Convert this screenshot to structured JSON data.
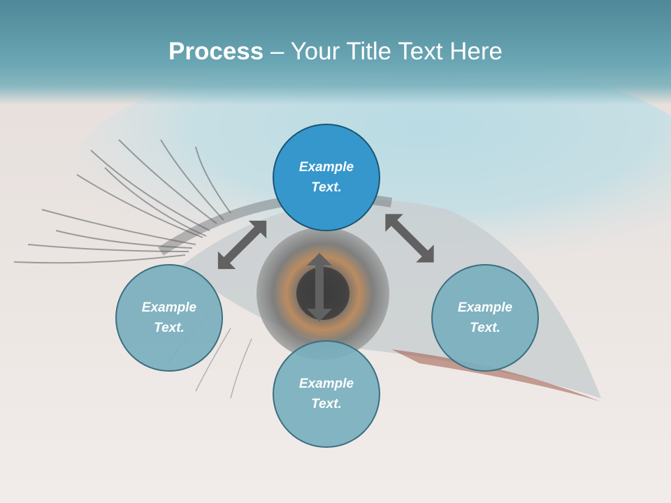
{
  "slide": {
    "title_bold": "Process",
    "title_rest": " – Your Title Text Here"
  },
  "nodes": {
    "top": "Example Text.",
    "left": "Example Text.",
    "bottom": "Example Text.",
    "right": "Example Text."
  },
  "colors": {
    "title_band": "#5f9cab",
    "main_node": "#3697cd",
    "sub_node": "#7aafbe",
    "arrow": "#606060"
  }
}
